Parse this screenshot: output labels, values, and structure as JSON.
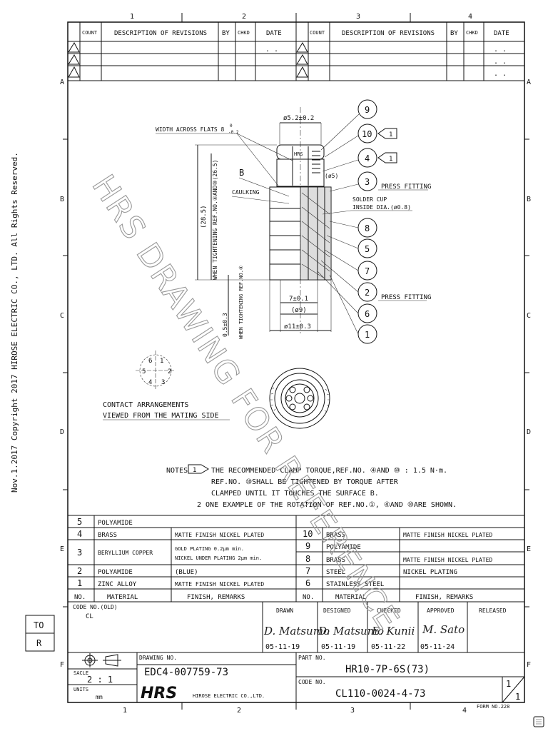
{
  "column_numbers": [
    "1",
    "2",
    "3",
    "4"
  ],
  "row_letters": [
    "A",
    "B",
    "C",
    "D",
    "E",
    "F"
  ],
  "side_copyright": "Nov.1.2017  Copyright 2017 HIROSE ELECTRIC CO., LTD. All Rights Reserved.",
  "to_box": {
    "to": "TO",
    "r": "R"
  },
  "revision_headers": {
    "count": "COUNT",
    "description": "DESCRIPTION OF REVISIONS",
    "by": "BY",
    "chkd": "CHKD",
    "date": "DATE"
  },
  "revision_date_dots": ". .",
  "watermark": "HRS DRAWING FOR REFERENCE",
  "drawing": {
    "width_across_flats": "WIDTH ACROSS FLATS 8",
    "width_tol_top": "0",
    "width_tol_bot": "-0.2",
    "dia_top": "ø5.2±0.2",
    "dia5": "(ø5)",
    "label_b": "B",
    "caulking": "CAULKING",
    "press_fitting": "PRESS FITTING",
    "solder_cup_1": "SOLDER CUP",
    "solder_cup_2": "INSIDE DIA.(ø0.8)",
    "press_fitting_2": "PRESS FITTING",
    "len_total": "(28.5)",
    "len_tight": "WHEN TIGHTENING REF.NO.④AND⑩(26.5)",
    "gap": "0.5±0.3",
    "gap_note": "WHEN TIGHTENING REF.NO.④",
    "dim7": "7±0.1",
    "dim9": "(ø9)",
    "dim11": "ø11±0.3",
    "hrs_mark": "HRS",
    "balloons": [
      "9",
      "10",
      "4",
      "3",
      "8",
      "5",
      "7",
      "2",
      "6",
      "1"
    ],
    "flag": "1",
    "pins": [
      "6",
      "1",
      "5",
      "2",
      "4",
      "3"
    ],
    "contact_1": "CONTACT ARRANGEMENTS",
    "contact_2": "VIEWED FROM THE MATING SIDE"
  },
  "notes": {
    "label": "NOTES",
    "flag": "1",
    "line1": "THE RECOMMENDED CLAMP TORQUE,REF.NO. ④AND ⑩ : 1.5 N·m.",
    "line2": "REF.NO. ⑩SHALL BE TIGHTENED BY TORQUE AFTER",
    "line3": "CLAMPED UNTIL IT TOUCHES THE SURFACE B.",
    "line4": "2  ONE EXAMPLE OF THE ROTATION OF REF.NO.①, ④AND ⑩ARE SHOWN."
  },
  "bom_left": [
    {
      "no": "5",
      "material": "POLYAMIDE",
      "finish": ""
    },
    {
      "no": "4",
      "material": "BRASS",
      "finish": "MATTE FINISH NICKEL PLATED"
    },
    {
      "no": "3",
      "material": "BERYLLIUM COPPER",
      "finish": "GOLD PLATING 0.2μm min.",
      "finish2": "NICKEL UNDER PLATING 2μm min."
    },
    {
      "no": "2",
      "material": "POLYAMIDE",
      "finish": "(BLUE)"
    },
    {
      "no": "1",
      "material": "ZINC ALLOY",
      "finish": "MATTE FINISH NICKEL PLATED"
    }
  ],
  "bom_right": [
    {
      "no": "10",
      "material": "BRASS",
      "finish": "MATTE FINISH NICKEL PLATED"
    },
    {
      "no": "9",
      "material": "POLYAMIDE",
      "finish": ""
    },
    {
      "no": "8",
      "material": "BRASS",
      "finish": "MATTE FINISH NICKEL PLATED"
    },
    {
      "no": "7",
      "material": "STEEL",
      "finish": "NICKEL PLATING"
    },
    {
      "no": "6",
      "material": "STAINLESS STEEL",
      "finish": ""
    }
  ],
  "bom_headers": {
    "no": "NO.",
    "material": "MATERIAL",
    "finish": "FINISH, REMARKS"
  },
  "title_block": {
    "code_no_old_label": "CODE NO.(OLD)",
    "code_no_old": "CL",
    "drawn_label": "DRAWN",
    "designed_label": "DESIGNED",
    "checked_label": "CHECKED",
    "approved_label": "APPROVED",
    "released_label": "RELEASED",
    "drawn_sig": "D. Matsumo",
    "designed_sig": "D. Matsumo",
    "checked_sig": "E. Kunii",
    "approved_sig": "M. Sato",
    "drawn_date": "05·11·19",
    "designed_date": "05·11·19",
    "checked_date": "05·11·22",
    "approved_date": "05·11·24",
    "drawing_no_label": "DRAWING NO.",
    "drawing_no": "EDC4-007759-73",
    "part_no_label": "PART NO.",
    "part_no": "HR10-7P-6S(73)",
    "scale_label": "SACLE",
    "scale": "2 : 1",
    "units_label": "UNITS",
    "units": "mm",
    "logo": "HRS",
    "company": "HIROSE ELECTRIC CO.,LTD.",
    "code_no_label": "CODE NO.",
    "code_no": "CL110-0024-4-73",
    "sheet": "1",
    "sheet_total": "1",
    "form_no": "FORM NO.228"
  }
}
